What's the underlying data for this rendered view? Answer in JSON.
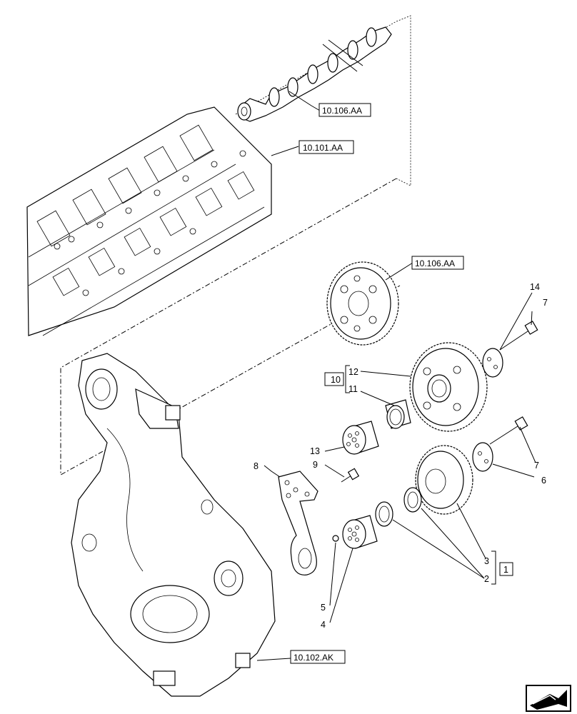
{
  "references": {
    "camshaft": "10.106.AA",
    "cylinder_head": "10.101.AA",
    "camshaft_gear": "10.106.AA",
    "front_housing": "10.102.AK"
  },
  "kit_labels": {
    "kit_10": "10",
    "kit_1": "1"
  },
  "callouts": {
    "c1": "1",
    "c2": "2",
    "c3": "3",
    "c4": "4",
    "c5": "5",
    "c6": "6",
    "c7_upper": "7",
    "c7_lower": "7",
    "c8": "8",
    "c9": "9",
    "c11": "11",
    "c12": "12",
    "c13": "13",
    "c14": "14"
  },
  "icons": {
    "nav": "next-page-arrow-icon"
  }
}
